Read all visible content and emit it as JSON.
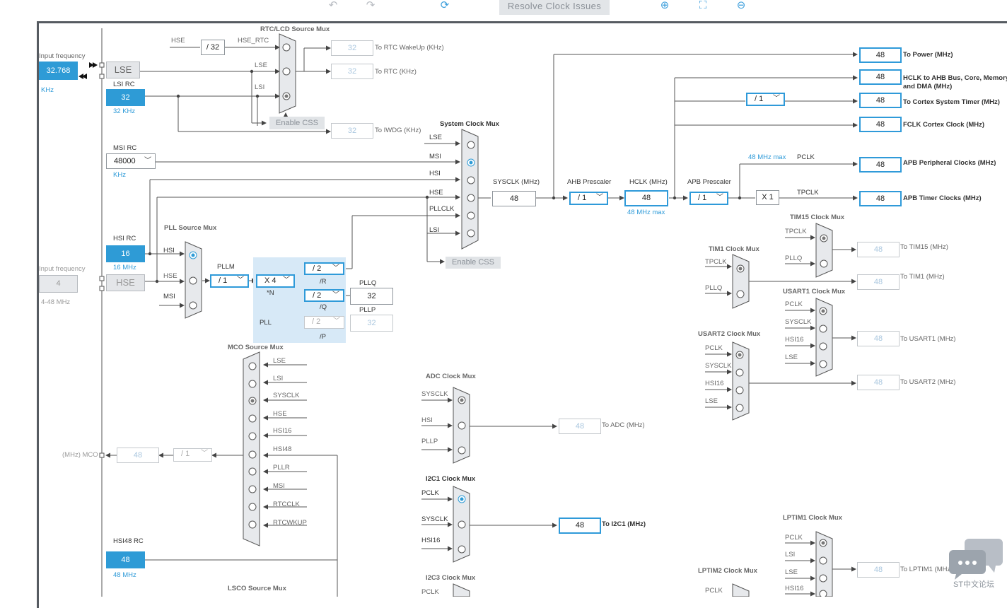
{
  "toolbar": {
    "undo": "undo-icon",
    "redo": "redo-icon",
    "refresh": "refresh-icon",
    "resolve_label": "Resolve Clock Issues",
    "zoom_in": "zoom-in-icon",
    "fit": "fit-screen-icon",
    "zoom_out": "zoom-out-icon"
  },
  "inputs": {
    "lse_freq_label": "Input frequency",
    "lse_freq": "32.768",
    "lse_unit": "KHz",
    "lse_label": "LSE",
    "lsi_title": "LSI RC",
    "lsi_val": "32",
    "lsi_unit": "32 KHz",
    "msi_title": "MSI RC",
    "msi_val": "48000",
    "msi_unit": "KHz",
    "hsi_title": "HSI RC",
    "hsi_val": "16",
    "hsi_unit": "16 MHz",
    "hse_freq_label": "Input frequency",
    "hse_freq": "4",
    "hse_range": "4-48 MHz",
    "hse_label": "HSE",
    "hsi48_title": "HSI48 RC",
    "hsi48_val": "48",
    "hsi48_unit": "48 MHz"
  },
  "rtc": {
    "title": "RTC/LCD Source Mux",
    "hse": "HSE",
    "div": "/ 32",
    "hse_rtc": "HSE_RTC",
    "lse": "LSE",
    "lsi": "LSI",
    "enable_css": "Enable CSS",
    "wakeup_val": "32",
    "wakeup_label": "To RTC WakeUp (KHz)",
    "rtc_val": "32",
    "rtc_label": "To RTC (KHz)",
    "iwdg_val": "32",
    "iwdg_label": "To IWDG (KHz)"
  },
  "sysmux": {
    "title": "System Clock Mux",
    "lse": "LSE",
    "msi": "MSI",
    "hsi": "HSI",
    "hse": "HSE",
    "pllclk": "PLLCLK",
    "lsi": "LSI",
    "enable_css": "Enable CSS"
  },
  "sysclk": {
    "label": "SYSCLK (MHz)",
    "val": "48"
  },
  "ahb": {
    "label": "AHB Prescaler",
    "val": "/ 1"
  },
  "hclk": {
    "label": "HCLK (MHz)",
    "val": "48",
    "max": "48 MHz max"
  },
  "apb": {
    "label": "APB Prescaler",
    "val": "/ 1",
    "max": "48 MHz max",
    "pclk": "PCLK",
    "x1": "X 1",
    "tpclk": "TPCLK"
  },
  "cortex_div": "/ 1",
  "outputs": [
    {
      "val": "48",
      "label": "To Power (MHz)"
    },
    {
      "val": "48",
      "label": "HCLK to AHB Bus, Core, Memory",
      "label2": "and DMA (MHz)"
    },
    {
      "val": "48",
      "label": "To Cortex System Timer (MHz)"
    },
    {
      "val": "48",
      "label": "FCLK Cortex Clock (MHz)"
    },
    {
      "val": "48",
      "label": "APB Peripheral Clocks (MHz)"
    },
    {
      "val": "48",
      "label": "APB Timer Clocks (MHz)"
    }
  ],
  "pll": {
    "src_title": "PLL Source Mux",
    "hsi": "HSI",
    "hse": "HSE",
    "msi": "MSI",
    "pllm_label": "PLLM",
    "pllm": "/ 1",
    "pll": "PLL",
    "n": "X 4",
    "n_label": "*N",
    "r": "/ 2",
    "r_label": "/R",
    "q": "/ 2",
    "q_label": "/Q",
    "p": "/ 2",
    "p_label": "/P",
    "pllq_label": "PLLQ",
    "pllq": "32",
    "pllp_label": "PLLP",
    "pllp": "32"
  },
  "mco": {
    "title": "MCO Source Mux",
    "items": [
      "LSE",
      "LSI",
      "SYSCLK",
      "HSE",
      "HSI16",
      "HSI48",
      "PLLR",
      "MSI",
      "RTCCLK",
      "RTCWKUP"
    ],
    "div": "/ 1",
    "val": "48",
    "label": "(MHz) MCO"
  },
  "lsco": {
    "title": "LSCO Source Mux"
  },
  "adc": {
    "title": "ADC Clock Mux",
    "items": [
      "SYSCLK",
      "HSI",
      "PLLP"
    ],
    "val": "48",
    "label": "To ADC (MHz)"
  },
  "i2c1": {
    "title": "I2C1 Clock Mux",
    "items": [
      "PCLK",
      "SYSCLK",
      "HSI16"
    ],
    "val": "48",
    "label": "To I2C1 (MHz)"
  },
  "i2c3": {
    "title": "I2C3 Clock Mux",
    "item": "PCLK"
  },
  "tim15": {
    "title": "TIM15 Clock Mux",
    "items": [
      "TPCLK",
      "PLLQ"
    ],
    "val": "48",
    "label": "To TIM15 (MHz)"
  },
  "tim1": {
    "title": "TIM1 Clock Mux",
    "items": [
      "TPCLK",
      "PLLQ"
    ],
    "val": "48",
    "label": "To TIM1 (MHz)"
  },
  "usart1": {
    "title": "USART1 Clock Mux",
    "items": [
      "PCLK",
      "SYSCLK",
      "HSI16",
      "LSE"
    ],
    "val": "48",
    "label": "To USART1 (MHz)"
  },
  "usart2": {
    "title": "USART2 Clock Mux",
    "items": [
      "PCLK",
      "SYSCLK",
      "HSI16",
      "LSE"
    ],
    "val": "48",
    "label": "To USART2 (MHz)"
  },
  "lptim1": {
    "title": "LPTIM1 Clock Mux",
    "items": [
      "PCLK",
      "LSI",
      "LSE",
      "HSI16"
    ],
    "val": "48",
    "label": "To LPTIM1 (MHz)"
  },
  "lptim2": {
    "title": "LPTIM2 Clock Mux",
    "item": "PCLK"
  },
  "watermark": {
    "text": "ST中文论坛",
    "icon": "chat-bubbles-icon"
  }
}
